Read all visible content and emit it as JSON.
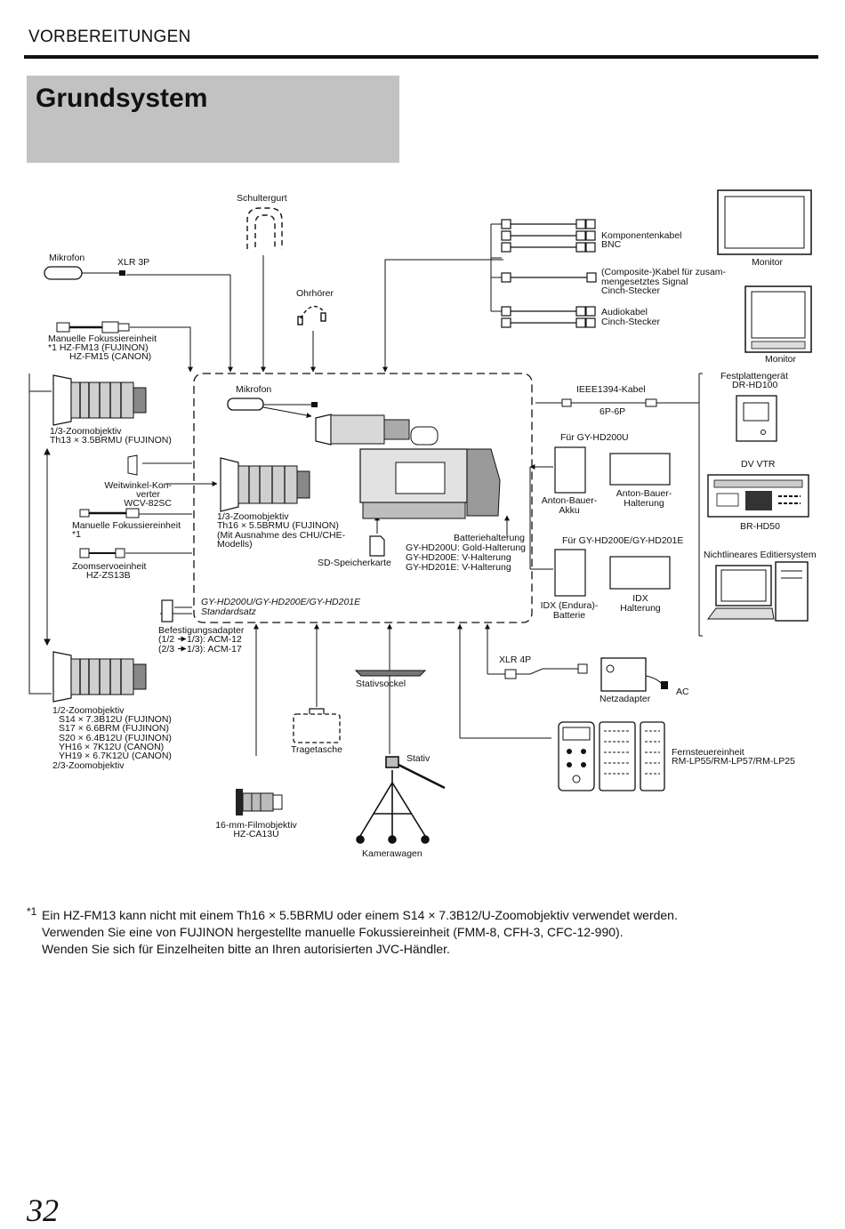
{
  "header": {
    "section": "VORBEREITUNGEN",
    "title": "Grundsystem"
  },
  "labels": {
    "schultergurt": "Schultergurt",
    "mikrofon_ext": "Mikrofon",
    "xlr3p": "XLR 3P",
    "ohrhoerer": "Ohrhörer",
    "fokus_top": [
      "Manuelle Fokussiereinheit",
      "*1    HZ-FM13 (FUJINON)",
      "HZ-FM15 (CANON)"
    ],
    "zoom13_left": [
      "1/3-Zoomobjektiv",
      "Th13 × 3.5BRMU (FUJINON)"
    ],
    "weitwinkel": [
      "Weitwinkel-Kon-",
      "verter",
      "WCV-82SC"
    ],
    "fokus_mid": [
      "Manuelle Fokussiereinheit",
      "*1"
    ],
    "zoomservo": [
      "Zoomservoeinheit",
      "HZ-ZS13B"
    ],
    "befestigung": [
      "Befestigungsadapter",
      "(1/2",
      "1/3): ACM-12",
      "(2/3",
      "1/3): ACM-17"
    ],
    "zoom12": [
      "1/2-Zoomobjektiv",
      "S14 × 7.3B12U (FUJINON)",
      "S17 × 6.6BRM (FUJINON)",
      "S20 × 6.4B12U (FUJINON)",
      "YH16 × 7K12U (CANON)",
      "YH19 × 6.7K12U (CANON)",
      "2/3-Zoomobjektiv"
    ],
    "film16": [
      "16-mm-Filmobjektiv",
      "HZ-CA13U"
    ],
    "mikrofon_int": "Mikrofon",
    "zoom13_inner": [
      "1/3-Zoomobjektiv",
      "Th16 × 5.5BRMU (FUJINON)",
      "(Mit Ausnahme des CHU/CHE-",
      "Modells)"
    ],
    "sd": "SD-Speicherkarte",
    "batteriehalterung": [
      "Batteriehalterung",
      "GY-HD200U: Gold-Halterung",
      "GY-HD200E: V-Halterung",
      "GY-HD201E: V-Halterung"
    ],
    "standardsatz": [
      "GY-HD200U/GY-HD200E/GY-HD201E",
      "Standardsatz"
    ],
    "tragetasche": "Tragetasche",
    "stativsockel": "Stativsockel",
    "stativ": "Stativ",
    "kamerawagen": "Kamerawagen",
    "komponentenkabel": [
      "Komponentenkabel",
      "BNC"
    ],
    "composite": [
      "(Composite-)Kabel für zusam-",
      "mengesetztes Signal",
      "Cinch-Stecker"
    ],
    "audiokabel": [
      "Audiokabel",
      "Cinch-Stecker"
    ],
    "monitor1": "Monitor",
    "monitor2": "Monitor",
    "ieee": "IEEE1394-Kabel",
    "six_p": "6P-6P",
    "festplatte": [
      "Festplattengerät",
      "DR-HD100"
    ],
    "fuer_hd200u": "Für GY-HD200U",
    "anton_akku": [
      "Anton-Bauer-",
      "Akku"
    ],
    "anton_halterung": [
      "Anton-Bauer-",
      "Halterung"
    ],
    "dvvtr": "DV VTR",
    "brhd50": "BR-HD50",
    "fuer_hd200e": "Für GY-HD200E/GY-HD201E",
    "nle": "Nichtlineares Editiersystem",
    "idx_batterie": [
      "IDX (Endura)-",
      "Batterie"
    ],
    "idx_halterung": [
      "IDX",
      "Halterung"
    ],
    "xlr4p": "XLR 4P",
    "ac": "AC",
    "netzadapter": "Netzadapter",
    "fernsteuer": [
      "Fernsteuereinheit",
      "RM-LP55/RM-LP57/RM-LP25"
    ]
  },
  "footnote": {
    "marker": "*1",
    "lines": [
      "Ein HZ-FM13 kann nicht mit einem Th16 × 5.5BRMU oder einem S14 × 7.3B12/U-Zoomobjektiv verwendet werden.",
      "Verwenden Sie eine von FUJINON hergestellte manuelle Fokussiereinheit (FMM-8, CFH-3, CFC-12-990).",
      "Wenden Sie sich für Einzelheiten bitte an Ihren autorisierten JVC-Händler."
    ]
  },
  "page_number": "32"
}
